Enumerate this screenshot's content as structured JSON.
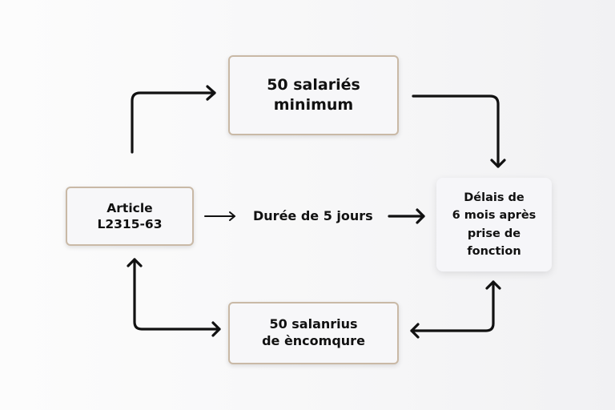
{
  "diagram": {
    "nodes": {
      "top": {
        "lines": [
          "50 salariés",
          "minimum"
        ]
      },
      "left": {
        "lines": [
          "Article",
          "L2315-63"
        ]
      },
      "right": {
        "lines": [
          "Délais de",
          "6 mois après",
          "prise de",
          "fonction"
        ]
      },
      "bottom": {
        "lines": [
          "50 salanrius",
          "de èncomqure"
        ]
      }
    },
    "middle_label": "Durée de 5 jours",
    "edges": [
      {
        "from": "left",
        "to": "top",
        "direction": "one-way"
      },
      {
        "from": "top",
        "to": "right",
        "direction": "one-way"
      },
      {
        "from": "left",
        "to": "middle_label",
        "direction": "one-way"
      },
      {
        "from": "middle_label",
        "to": "right",
        "direction": "one-way"
      },
      {
        "from": "left",
        "to": "bottom",
        "direction": "two-way"
      },
      {
        "from": "bottom",
        "to": "right",
        "direction": "two-way"
      }
    ],
    "colors": {
      "box_border": "#c9b9a6",
      "box_fill": "#f7f7f9",
      "arrow": "#111111",
      "text": "#111111"
    }
  }
}
